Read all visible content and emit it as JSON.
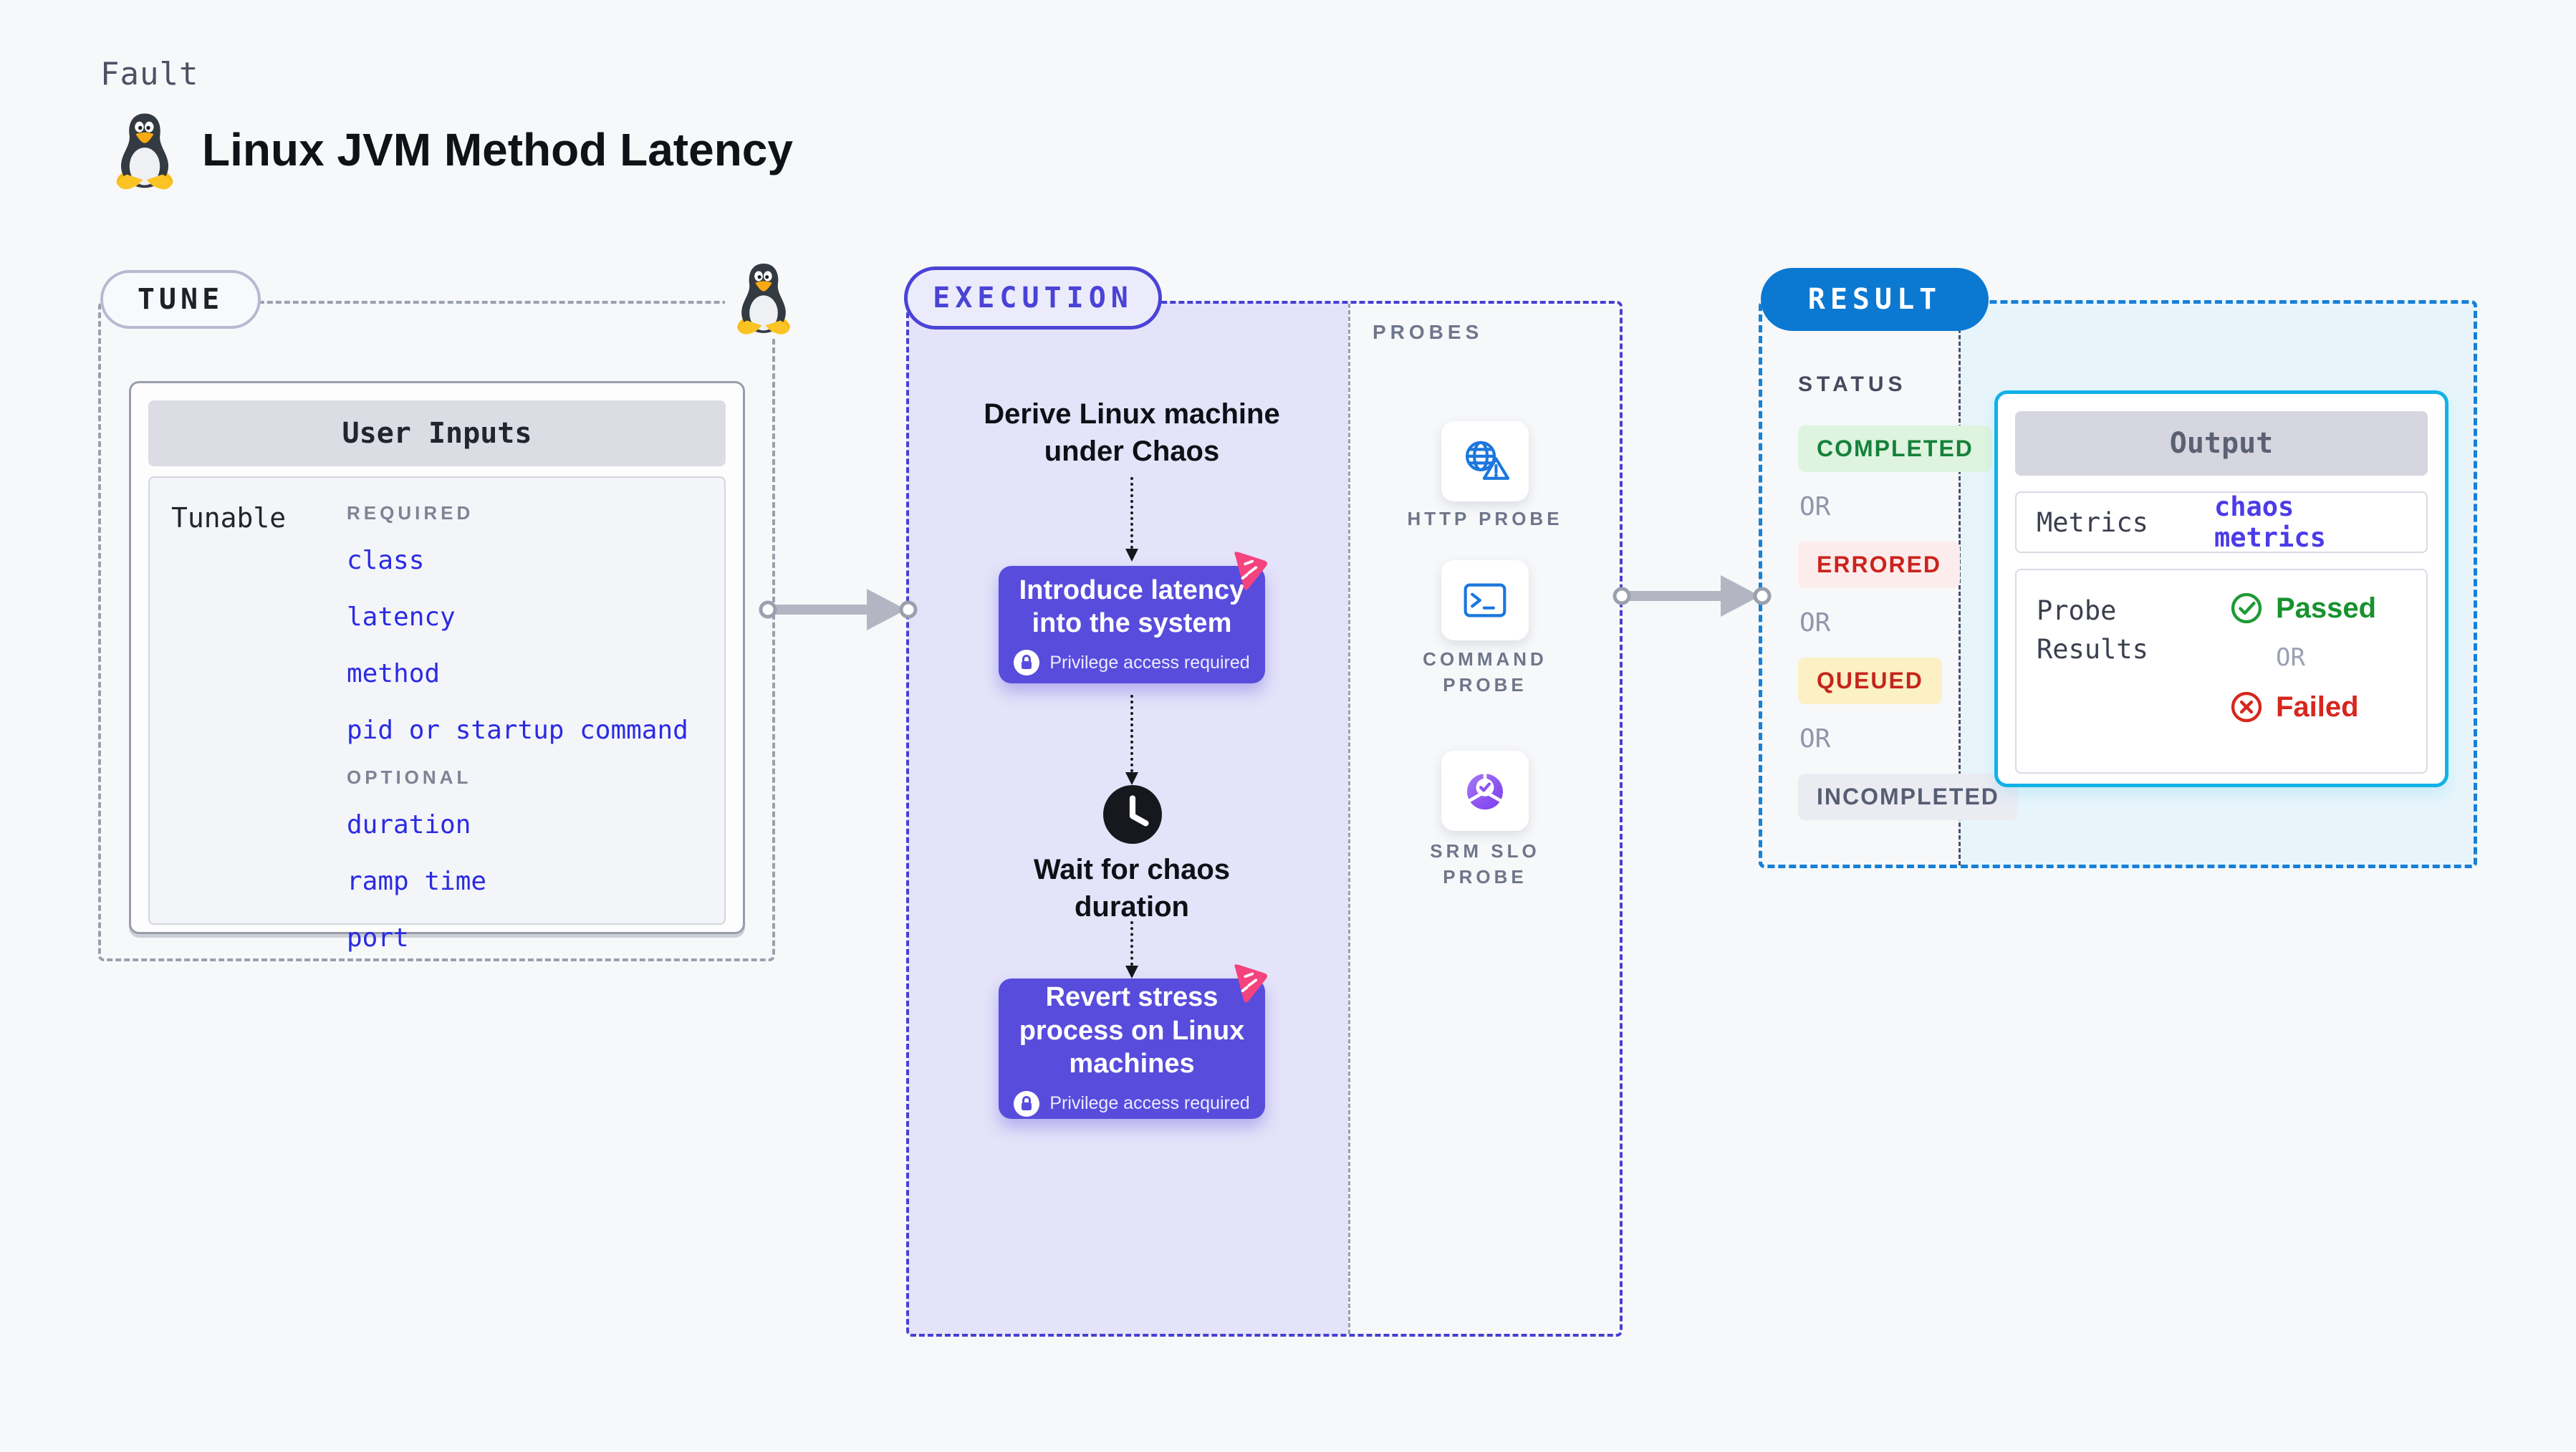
{
  "header": {
    "kicker": "Fault",
    "title": "Linux JVM Method Latency"
  },
  "tune": {
    "badge": "TUNE",
    "card_title": "User Inputs",
    "row_label": "Tunable",
    "required_label": "REQUIRED",
    "required_items": [
      "class",
      "latency",
      "method",
      "pid or startup command"
    ],
    "optional_label": "OPTIONAL",
    "optional_items": [
      "duration",
      "ramp time",
      "port"
    ]
  },
  "execution": {
    "badge": "EXECUTION",
    "step_derive": "Derive Linux machine under Chaos",
    "action1": {
      "title": "Introduce latency into the system",
      "note": "Privilege access required"
    },
    "step_wait": "Wait for chaos duration",
    "action2": {
      "title": "Revert stress process on Linux machines",
      "note": "Privilege access required"
    }
  },
  "probes": {
    "label": "PROBES",
    "items": [
      {
        "name": "HTTP PROBE",
        "icon": "http-probe-icon"
      },
      {
        "name": "COMMAND PROBE",
        "icon": "command-probe-icon"
      },
      {
        "name": "SRM SLO PROBE",
        "icon": "srm-slo-probe-icon"
      }
    ]
  },
  "result": {
    "badge": "RESULT",
    "status_label": "STATUS",
    "or_label": "OR",
    "statuses": [
      {
        "label": "COMPLETED",
        "fg": "#15813a",
        "bg": "#def4df"
      },
      {
        "label": "ERRORED",
        "fg": "#cb231d",
        "bg": "#fcecec"
      },
      {
        "label": "QUEUED",
        "fg": "#c5251c",
        "bg": "#fcf0c5"
      },
      {
        "label": "INCOMPLETED",
        "fg": "#575d73",
        "bg": "#eaecf2"
      }
    ],
    "output": {
      "title": "Output",
      "metrics_label": "Metrics",
      "metrics_value": "chaos metrics",
      "probe_results_label": "Probe Results",
      "passed": "Passed",
      "or_label": "OR",
      "failed": "Failed"
    }
  },
  "icons": {
    "tux": "tux-penguin-icon",
    "chaos": "chaos-hub-pink-icon",
    "clock": "clock-icon",
    "lock": "lock-icon",
    "http": "globe-warning-icon",
    "command": "terminal-icon",
    "srm": "slo-donut-check-icon",
    "passed": "check-circle-icon",
    "failed": "x-circle-icon"
  },
  "colors": {
    "page_bg": "#f7f8fa",
    "execution_accent": "#4a43d6",
    "execution_fill": "#e4e3f9",
    "action_purple": "#584cdd",
    "chaos_pink": "#f5437e",
    "result_blue": "#0b79d2",
    "result_border": "#1780d8",
    "output_border": "#12b1e8",
    "output_fill": "#e7f5fb",
    "param_blue": "#2b2be2",
    "metrics_value_blue": "#4c3be8",
    "passed_green": "#17922e",
    "failed_red": "#d6271e",
    "probe_icon_blue": "#1c77dd"
  }
}
